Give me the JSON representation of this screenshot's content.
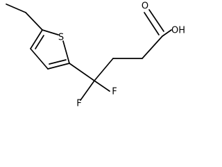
{
  "molecule": {
    "atoms": {
      "sulfur": "S",
      "carbonyl_oxygen": "O",
      "hydroxyl": "OH",
      "fluorine_left": "F",
      "fluorine_right": "F"
    }
  }
}
